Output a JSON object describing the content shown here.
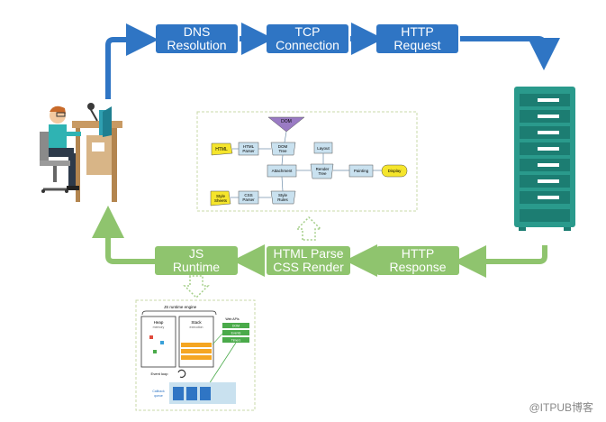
{
  "top_row": [
    {
      "line1": "DNS",
      "line2": "Resolution"
    },
    {
      "line1": "TCP",
      "line2": "Connection"
    },
    {
      "line1": "HTTP",
      "line2": "Request"
    }
  ],
  "bottom_row": [
    {
      "line1": "HTTP",
      "line2": "Response"
    },
    {
      "line1": "HTML Parse",
      "line2": "CSS Render"
    },
    {
      "line1": "JS",
      "line2": "Runtime"
    }
  ],
  "render_diagram": {
    "dom": "DOM",
    "html": "HTML",
    "html_parser": [
      "HTML",
      "Parser"
    ],
    "dom_tree": [
      "DOM",
      "Tree"
    ],
    "layout": "Layout",
    "attachment": "Attachment",
    "render_tree": [
      "Render",
      "Tree"
    ],
    "painting": "Painting",
    "display": "Display",
    "style_sheets": [
      "Style",
      "Sheets"
    ],
    "css_parser": [
      "CSS",
      "Parser"
    ],
    "style_rules": [
      "Style",
      "Rules"
    ]
  },
  "js_diagram": {
    "engine": "JS runtime engine",
    "heap": "Heap",
    "heap_sub": "memory",
    "stack": "Stack",
    "stack_sub": "execution",
    "web_apis": "Web APIs",
    "api_items": [
      "DOM",
      "Events",
      "Timers"
    ],
    "event_loop": "Event loop",
    "callback_queue": [
      "Callback",
      "queue"
    ]
  },
  "watermark": "@ITPUB博客",
  "colors": {
    "blue": "#2f75c4",
    "green": "#8fc46e"
  }
}
